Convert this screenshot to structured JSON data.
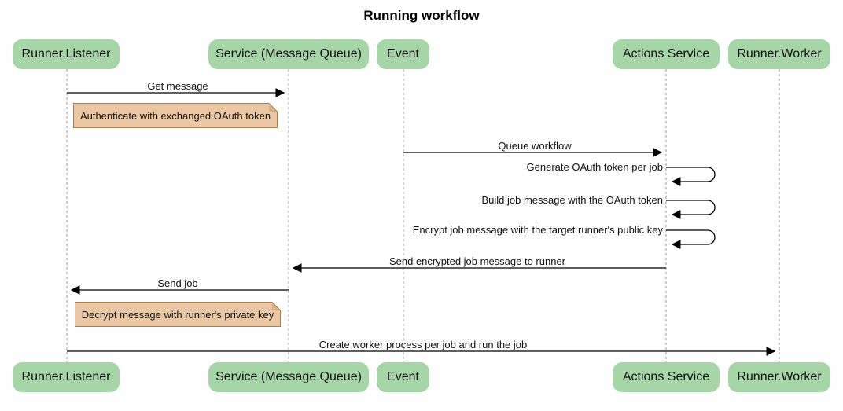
{
  "title": "Running workflow",
  "colors": {
    "participant_fill": "#a6d6a7",
    "note_fill": "#ebc8a3",
    "note_border": "#a8824e",
    "lifeline": "#999999",
    "arrow": "#000000",
    "background": "#ffffff"
  },
  "participants": [
    {
      "id": "runner-listener",
      "label": "Runner.Listener"
    },
    {
      "id": "service-message-queue",
      "label": "Service (Message Queue)"
    },
    {
      "id": "event",
      "label": "Event"
    },
    {
      "id": "actions-service",
      "label": "Actions Service"
    },
    {
      "id": "runner-worker",
      "label": "Runner.Worker"
    }
  ],
  "messages": [
    {
      "label": "Get message",
      "from": "Runner.Listener",
      "to": "Service (Message Queue)",
      "type": "solid-arrow"
    },
    {
      "label": "Queue workflow",
      "from": "Event",
      "to": "Actions Service",
      "type": "solid-arrow"
    },
    {
      "label": "Generate OAuth token per job",
      "from": "Actions Service",
      "to": "Actions Service",
      "type": "self-loop"
    },
    {
      "label": "Build job message with the OAuth token",
      "from": "Actions Service",
      "to": "Actions Service",
      "type": "self-loop"
    },
    {
      "label": "Encrypt job message with the target runner's public key",
      "from": "Actions Service",
      "to": "Actions Service",
      "type": "self-loop"
    },
    {
      "label": "Send encrypted job message to runner",
      "from": "Actions Service",
      "to": "Service (Message Queue)",
      "type": "solid-arrow"
    },
    {
      "label": "Send job",
      "from": "Service (Message Queue)",
      "to": "Runner.Listener",
      "type": "solid-arrow"
    },
    {
      "label": "Create worker process per job and run the job",
      "from": "Runner.Listener",
      "to": "Runner.Worker",
      "type": "solid-arrow"
    }
  ],
  "notes": [
    {
      "label": "Authenticate with exchanged OAuth token",
      "anchor": "Runner.Listener"
    },
    {
      "label": "Decrypt message with runner's private key",
      "anchor": "Runner.Listener"
    }
  ]
}
